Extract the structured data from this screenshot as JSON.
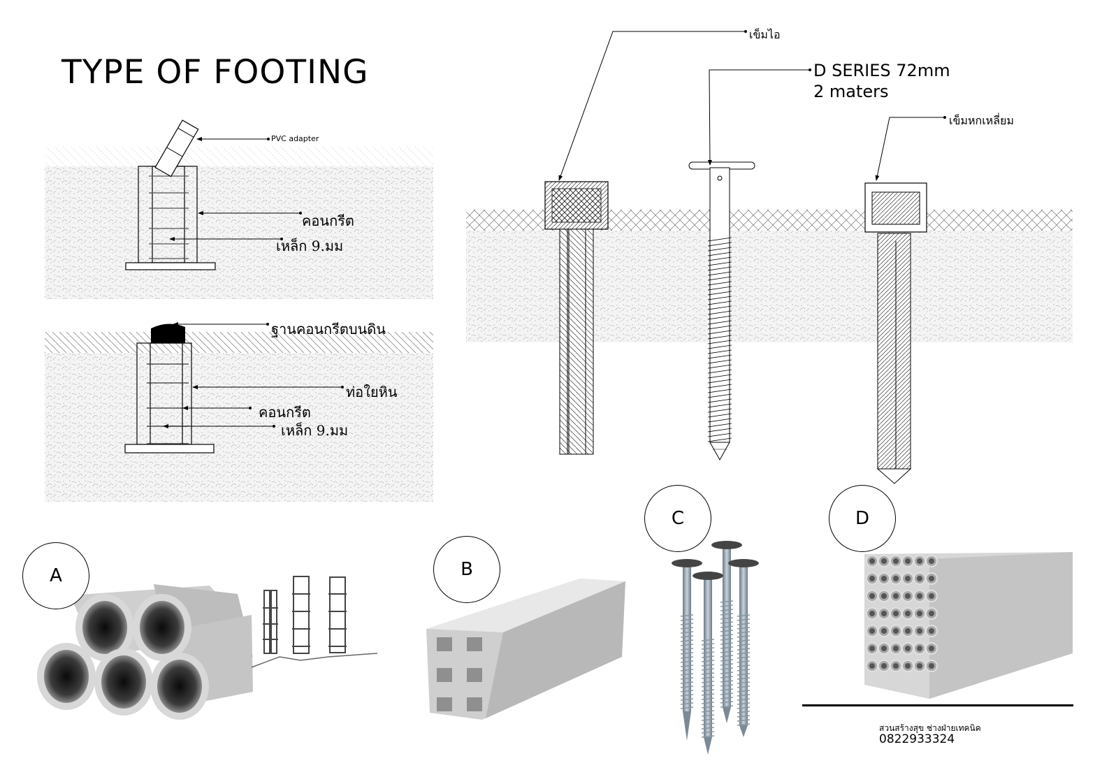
{
  "title": "TYPE OF FOOTING",
  "diagram_top": {
    "labels": {
      "pvc_adapter": "PVC adapter",
      "concrete": "คอนกรีต",
      "steel": "เหล็ก 9.มม"
    }
  },
  "diagram_bottom": {
    "labels": {
      "concrete_base": "ฐานคอนกรีตบนดิน",
      "asbestos_pipe": "ท่อใยหิน",
      "concrete": "คอนกรีต",
      "steel": "เหล็ก 9.มม"
    }
  },
  "diagram_piles": {
    "labels": {
      "i_pile": "เข็มไอ",
      "screw_pile_line1": "D SERIES 72mm",
      "screw_pile_line2": "2 maters",
      "square_pile": "เข็มหกเหลี่ยม"
    }
  },
  "photos": [
    {
      "letter": "A",
      "description": "concrete pipes and rebar cages"
    },
    {
      "letter": "B",
      "description": "I-section concrete piles"
    },
    {
      "letter": "C",
      "description": "steel screw piles"
    },
    {
      "letter": "D",
      "description": "hexagonal hollow concrete piles"
    }
  ],
  "footer": {
    "credit": "สวนสร้างสุข ช่างฝ่ายเทคนิค",
    "phone": "0822933324"
  }
}
